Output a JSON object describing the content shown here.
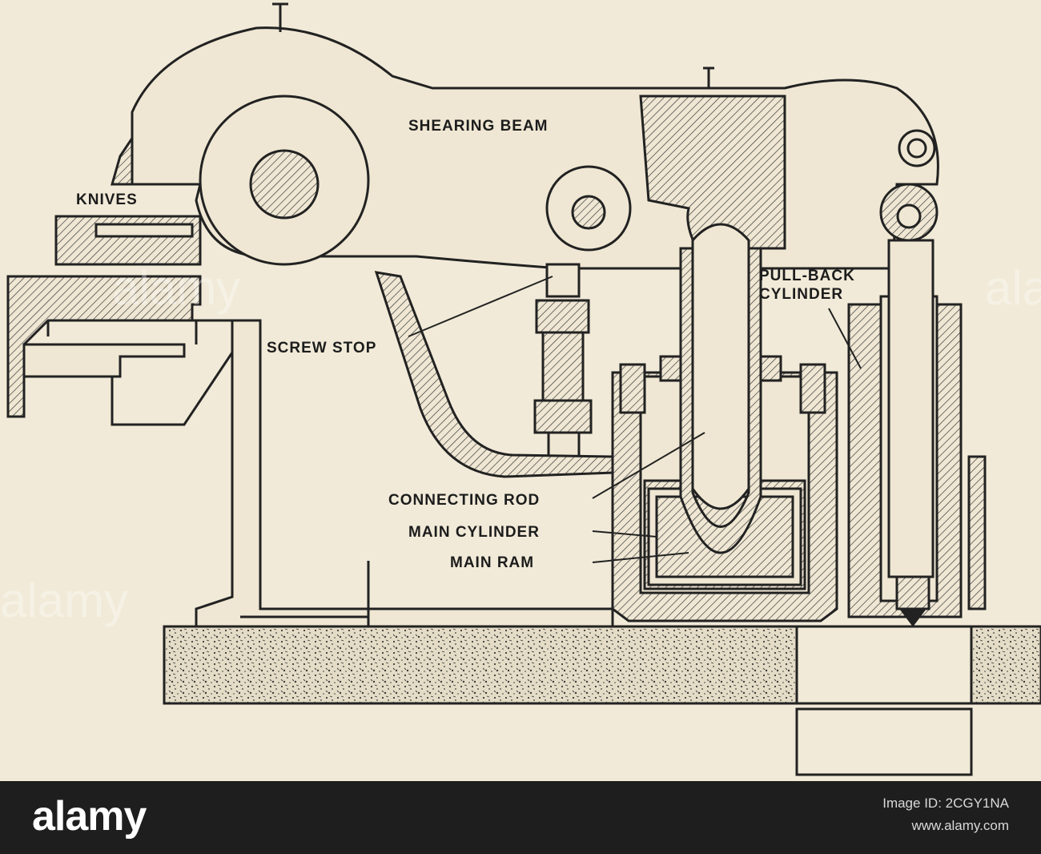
{
  "figure": {
    "labels": {
      "shearing_beam": "SHEARING BEAM",
      "knives": "KNIVES",
      "screw_stop": "SCREW STOP",
      "pull_back_1": "PULL-BACK",
      "pull_back_2": "CYLINDER",
      "connecting_rod": "CONNECTING ROD",
      "main_cylinder": "MAIN CYLINDER",
      "main_ram": "MAIN RAM"
    },
    "watermark": "alamy"
  },
  "footer": {
    "brand": "alamy",
    "image_id_line": "Image ID: 2CGY1NA",
    "site_line": "www.alamy.com"
  },
  "colors": {
    "paper": "#f1ead8",
    "ink": "#1c1c1c",
    "footer_bg": "#1e1e1e"
  }
}
